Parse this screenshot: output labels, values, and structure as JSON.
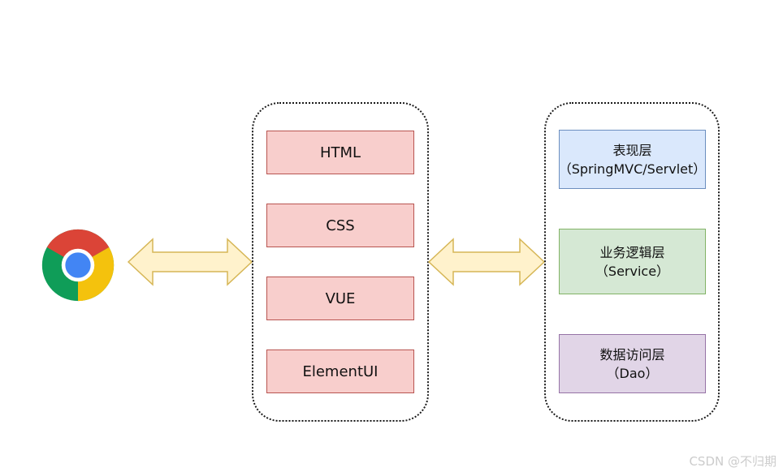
{
  "browser": {
    "icon": "chrome-icon",
    "colors": {
      "red": "#db4437",
      "yellow": "#f4c20d",
      "green": "#0f9d58",
      "blue": "#4285f4"
    }
  },
  "frontend": {
    "items": [
      {
        "label": "HTML"
      },
      {
        "label": "CSS"
      },
      {
        "label": "VUE"
      },
      {
        "label": "ElementUI"
      }
    ],
    "colors": {
      "fill": "#f8cecc",
      "stroke": "#b85450"
    }
  },
  "backend": {
    "layers": [
      {
        "line1": "表现层",
        "line2": "（SpringMVC/Servlet）",
        "fill": "#dae8fc",
        "stroke": "#6c8ebf"
      },
      {
        "line1": "业务逻辑层",
        "line2": "（Service）",
        "fill": "#d5e8d4",
        "stroke": "#82b366"
      },
      {
        "line1": "数据访问层",
        "line2": "（Dao）",
        "fill": "#e1d5e7",
        "stroke": "#9673a6"
      }
    ]
  },
  "arrows": {
    "fill": "#fff2cc",
    "stroke": "#d6b656"
  },
  "watermark": "CSDN @不归期"
}
